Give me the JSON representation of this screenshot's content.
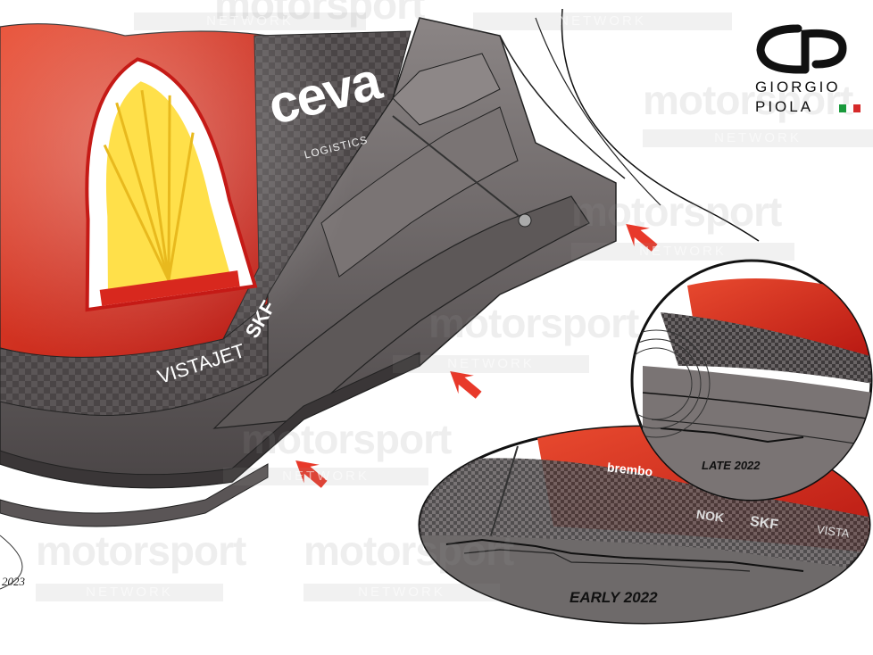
{
  "watermark": {
    "brand": "motorsport",
    "network": "NETWORK"
  },
  "logo": {
    "line1": "GIORGIO",
    "line2": "PIOLA",
    "flag_colors": [
      "#1a9a3c",
      "#ffffff",
      "#d62a2a"
    ]
  },
  "car_livery": {
    "sponsor_1": "ceva",
    "sponsor_1_sub": "LOGISTICS",
    "sponsor_2": "VISTAJET",
    "sponsor_3": "SKF"
  },
  "inset_late": {
    "caption": "LATE 2022"
  },
  "inset_early": {
    "caption": "EARLY 2022",
    "sponsor_brembo": "brembo",
    "sponsor_skf": "SKF",
    "sponsor_nok": "NOK",
    "sponsor_vista": "VISTA"
  },
  "colors": {
    "ferrari_red": "#d8281e",
    "shell_yellow": "#ffd92a",
    "arrow_red": "#e8392a",
    "floor_grey": "#6e6a6a"
  },
  "signature": "2023",
  "icons": [
    "arrow-icon",
    "giorgio-piola-logo"
  ]
}
